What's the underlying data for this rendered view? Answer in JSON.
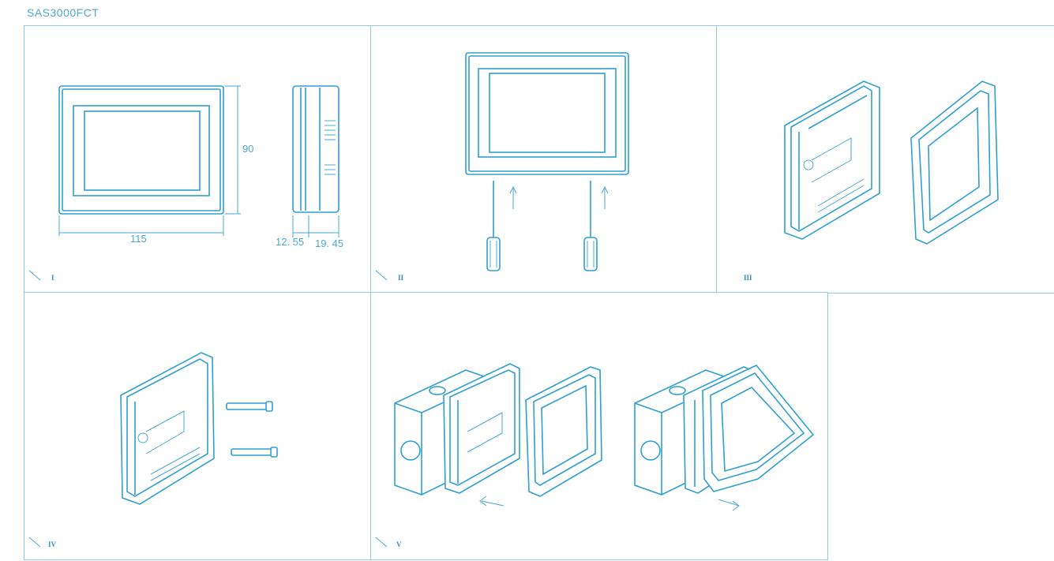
{
  "doc": {
    "title": "SAS3000FCT"
  },
  "panels": [
    {
      "label": "I"
    },
    {
      "label": "II"
    },
    {
      "label": "III"
    },
    {
      "label": "IV"
    },
    {
      "label": "V"
    }
  ],
  "dimensions": {
    "width": "115",
    "height": "90",
    "depth_front": "12. 55",
    "depth_back": "19. 45"
  },
  "colors": {
    "line": "#2f9fd0",
    "frame": "#8fcbe6"
  }
}
